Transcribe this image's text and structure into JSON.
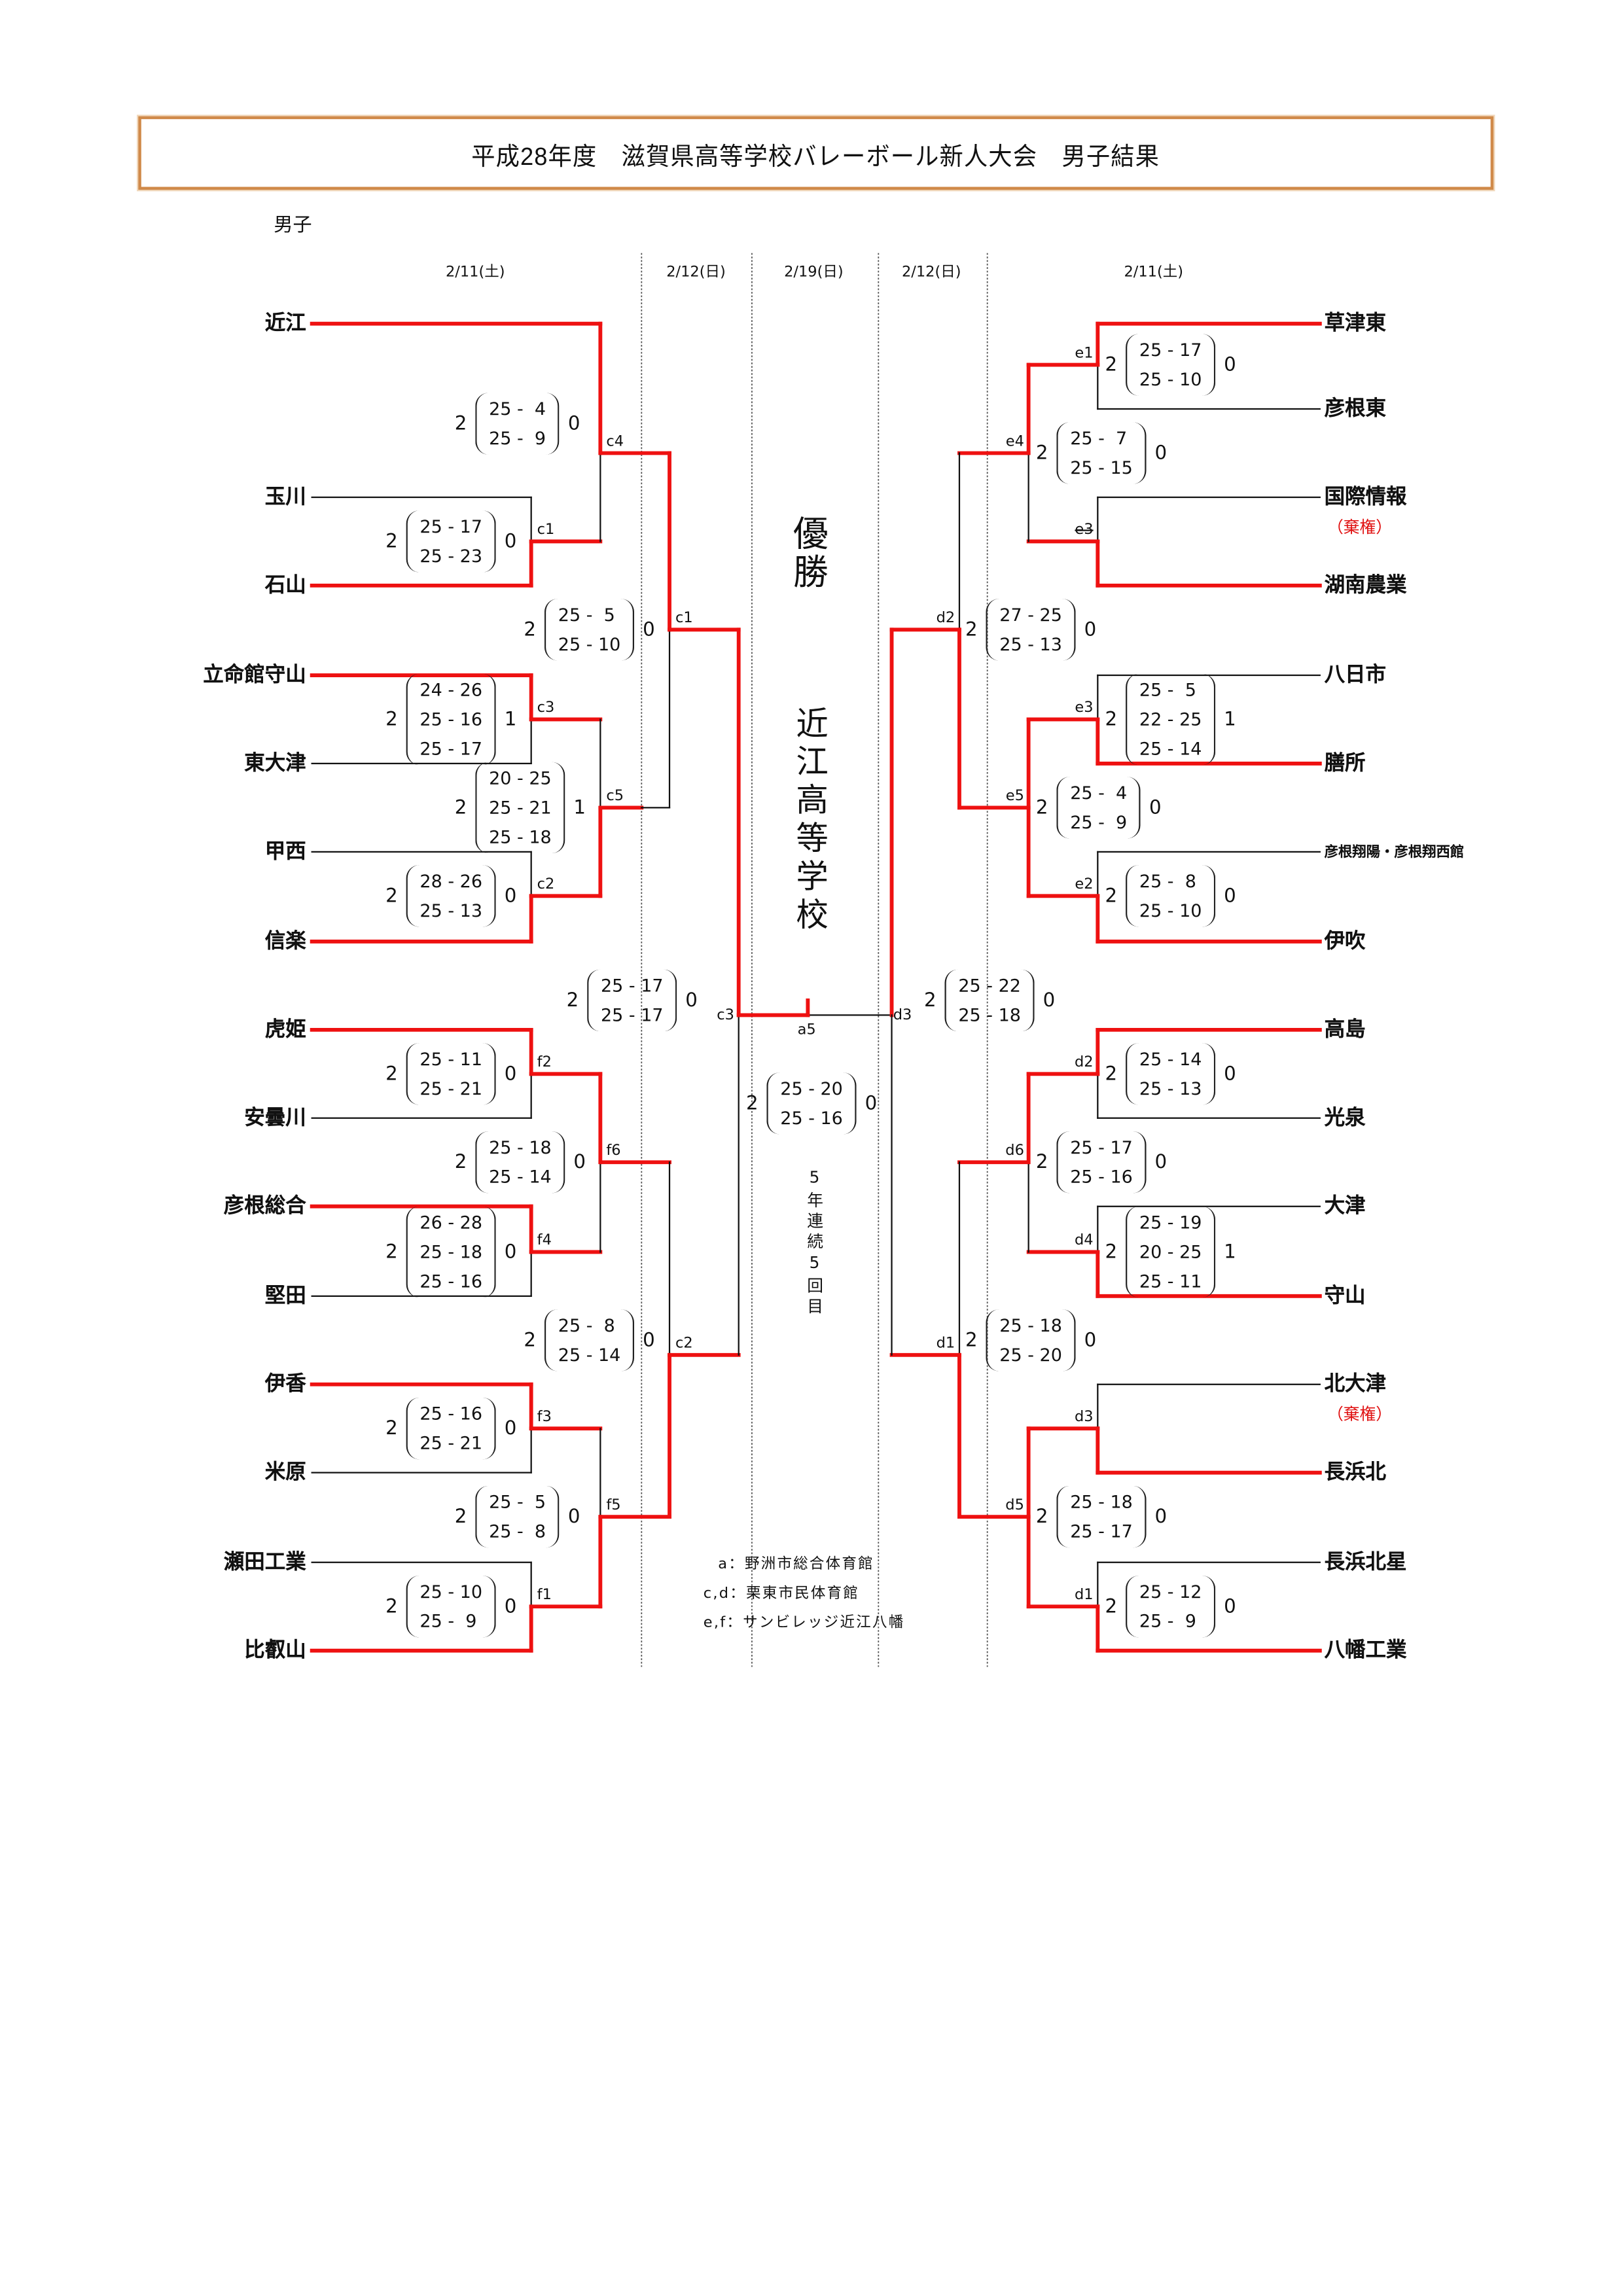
{
  "title": "平成28年度　滋賀県高等学校バレーボール新人大会　男子結果",
  "section_label": "男子",
  "dates": [
    "2/11(土)",
    "2/12(日)",
    "2/19(日)",
    "2/12(日)",
    "2/11(土)"
  ],
  "champion": {
    "label": "優勝",
    "school": "近江高等学校",
    "note": "5年連続5回目"
  },
  "venues": [
    "a：野洲市総合体育館",
    "c,d：栗東市民体育館",
    "e,f：サンビレッジ近江八幡"
  ],
  "colors": {
    "winner_line": "#ee1111",
    "line": "#111111",
    "title_border": "#d08a4a",
    "forfeit": "#e01010"
  },
  "left_teams": [
    {
      "name": "近江"
    },
    {
      "name": "玉川"
    },
    {
      "name": "石山"
    },
    {
      "name": "立命館守山"
    },
    {
      "name": "東大津"
    },
    {
      "name": "甲西"
    },
    {
      "name": "信楽"
    },
    {
      "name": "虎姫"
    },
    {
      "name": "安曇川"
    },
    {
      "name": "彦根総合"
    },
    {
      "name": "堅田"
    },
    {
      "name": "伊香"
    },
    {
      "name": "米原"
    },
    {
      "name": "瀬田工業"
    },
    {
      "name": "比叡山"
    }
  ],
  "right_teams": [
    {
      "name": "草津東"
    },
    {
      "name": "彦根東"
    },
    {
      "name": "国際情報",
      "status": "（棄権）"
    },
    {
      "name": "湖南農業"
    },
    {
      "name": "八日市"
    },
    {
      "name": "膳所"
    },
    {
      "name": "彦根翔陽・彦根翔西館"
    },
    {
      "name": "伊吹"
    },
    {
      "name": "高島"
    },
    {
      "name": "光泉"
    },
    {
      "name": "大津"
    },
    {
      "name": "守山"
    },
    {
      "name": "北大津",
      "status": "（棄権）"
    },
    {
      "name": "長浜北"
    },
    {
      "name": "長浜北星"
    },
    {
      "name": "八幡工業"
    }
  ],
  "matches": [
    {
      "code": "c1",
      "winner_sets": "2",
      "loser_sets": "0",
      "sets": [
        "25 - 17",
        "25 - 23"
      ]
    },
    {
      "code": "c4",
      "winner_sets": "2",
      "loser_sets": "0",
      "sets": [
        "25 -  4",
        "25 -  9"
      ]
    },
    {
      "code": "c1",
      "winner_sets": "2",
      "loser_sets": "0",
      "sets": [
        "25 -  5",
        "25 - 10"
      ]
    },
    {
      "code": "c3",
      "winner_sets": "2",
      "loser_sets": "1",
      "sets": [
        "24 - 26",
        "25 - 16",
        "25 - 17"
      ]
    },
    {
      "code": "c5",
      "winner_sets": "2",
      "loser_sets": "1",
      "sets": [
        "20 - 25",
        "25 - 21",
        "25 - 18"
      ]
    },
    {
      "code": "c2",
      "winner_sets": "2",
      "loser_sets": "0",
      "sets": [
        "28 - 26",
        "25 - 13"
      ]
    },
    {
      "code": "c3",
      "winner_sets": "2",
      "loser_sets": "0",
      "sets": [
        "25 - 17",
        "25 - 17"
      ]
    },
    {
      "code": "f2",
      "winner_sets": "2",
      "loser_sets": "0",
      "sets": [
        "25 - 11",
        "25 - 21"
      ]
    },
    {
      "code": "f6",
      "winner_sets": "2",
      "loser_sets": "0",
      "sets": [
        "25 - 18",
        "25 - 14"
      ]
    },
    {
      "code": "f4",
      "winner_sets": "2",
      "loser_sets": "0",
      "sets": [
        "26 - 28",
        "25 - 18",
        "25 - 16"
      ]
    },
    {
      "code": "c2",
      "winner_sets": "2",
      "loser_sets": "0",
      "sets": [
        "25 -  8",
        "25 - 14"
      ]
    },
    {
      "code": "f3",
      "winner_sets": "2",
      "loser_sets": "0",
      "sets": [
        "25 - 16",
        "25 - 21"
      ]
    },
    {
      "code": "f5",
      "winner_sets": "2",
      "loser_sets": "0",
      "sets": [
        "25 -  5",
        "25 -  8"
      ]
    },
    {
      "code": "f1",
      "winner_sets": "2",
      "loser_sets": "0",
      "sets": [
        "25 - 10",
        "25 -  9"
      ]
    },
    {
      "code": "a5",
      "winner_sets": "2",
      "loser_sets": "0",
      "sets": [
        "25 - 20",
        "25 - 16"
      ]
    },
    {
      "code": "e1",
      "winner_sets": "2",
      "loser_sets": "0",
      "sets": [
        "25 - 17",
        "25 - 10"
      ]
    },
    {
      "code": "e4",
      "winner_sets": "2",
      "loser_sets": "0",
      "sets": [
        "25 -  7",
        "25 - 15"
      ]
    },
    {
      "code": "d2",
      "winner_sets": "2",
      "loser_sets": "0",
      "sets": [
        "27 - 25",
        "25 - 13"
      ]
    },
    {
      "code": "e3",
      "winner_sets": "2",
      "loser_sets": "1",
      "sets": [
        "25 -  5",
        "22 - 25",
        "25 - 14"
      ]
    },
    {
      "code": "e5",
      "winner_sets": "2",
      "loser_sets": "0",
      "sets": [
        "25 -  4",
        "25 -  9"
      ]
    },
    {
      "code": "e2",
      "winner_sets": "2",
      "loser_sets": "0",
      "sets": [
        "25 -  8",
        "25 - 10"
      ]
    },
    {
      "code": "d3",
      "winner_sets": "2",
      "loser_sets": "0",
      "sets": [
        "25 - 22",
        "25 - 18"
      ]
    },
    {
      "code": "d2",
      "winner_sets": "2",
      "loser_sets": "0",
      "sets": [
        "25 - 14",
        "25 - 13"
      ]
    },
    {
      "code": "d6",
      "winner_sets": "2",
      "loser_sets": "0",
      "sets": [
        "25 - 17",
        "25 - 16"
      ]
    },
    {
      "code": "d4",
      "winner_sets": "2",
      "loser_sets": "1",
      "sets": [
        "25 - 19",
        "20 - 25",
        "25 - 11"
      ]
    },
    {
      "code": "d1",
      "winner_sets": "2",
      "loser_sets": "0",
      "sets": [
        "25 - 18",
        "25 - 20"
      ]
    },
    {
      "code": "d5",
      "winner_sets": "2",
      "loser_sets": "0",
      "sets": [
        "25 - 18",
        "25 - 17"
      ]
    },
    {
      "code": "d1",
      "winner_sets": "2",
      "loser_sets": "0",
      "sets": [
        "25 - 12",
        "25 -  9"
      ]
    }
  ],
  "forfeit_matches": [
    {
      "code": "e3"
    },
    {
      "code": "d3"
    }
  ]
}
